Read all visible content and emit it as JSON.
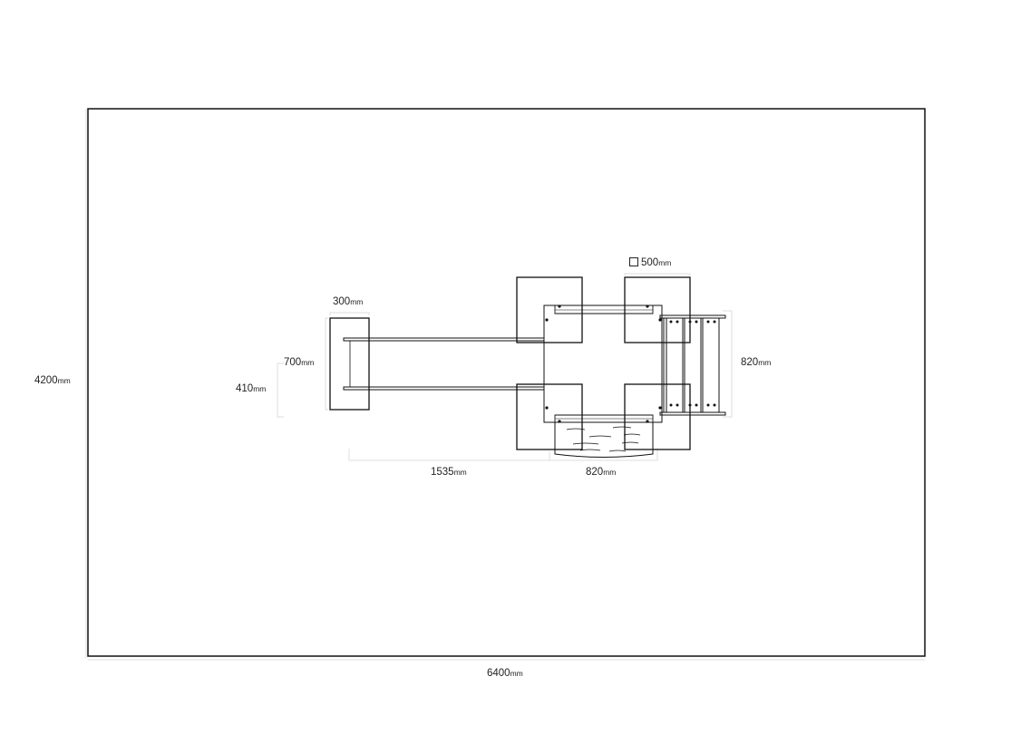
{
  "dimensions": {
    "room_height": {
      "value": "4200",
      "unit": "mm"
    },
    "room_width": {
      "value": "6400",
      "unit": "mm"
    },
    "block_width": {
      "value": "300",
      "unit": "mm"
    },
    "block_length": {
      "value": "700",
      "unit": "mm"
    },
    "rail_spacing": {
      "value": "410",
      "unit": "mm"
    },
    "rail_length": {
      "value": "1535",
      "unit": "mm"
    },
    "frame_width": {
      "value": "820",
      "unit": "mm"
    },
    "frame_depth": {
      "value": "820",
      "unit": "mm"
    },
    "pad_size": {
      "value": "500",
      "unit": "mm",
      "symbol": "square"
    }
  },
  "colors": {
    "line": "#111111",
    "dim_line": "#d8d8d8"
  }
}
